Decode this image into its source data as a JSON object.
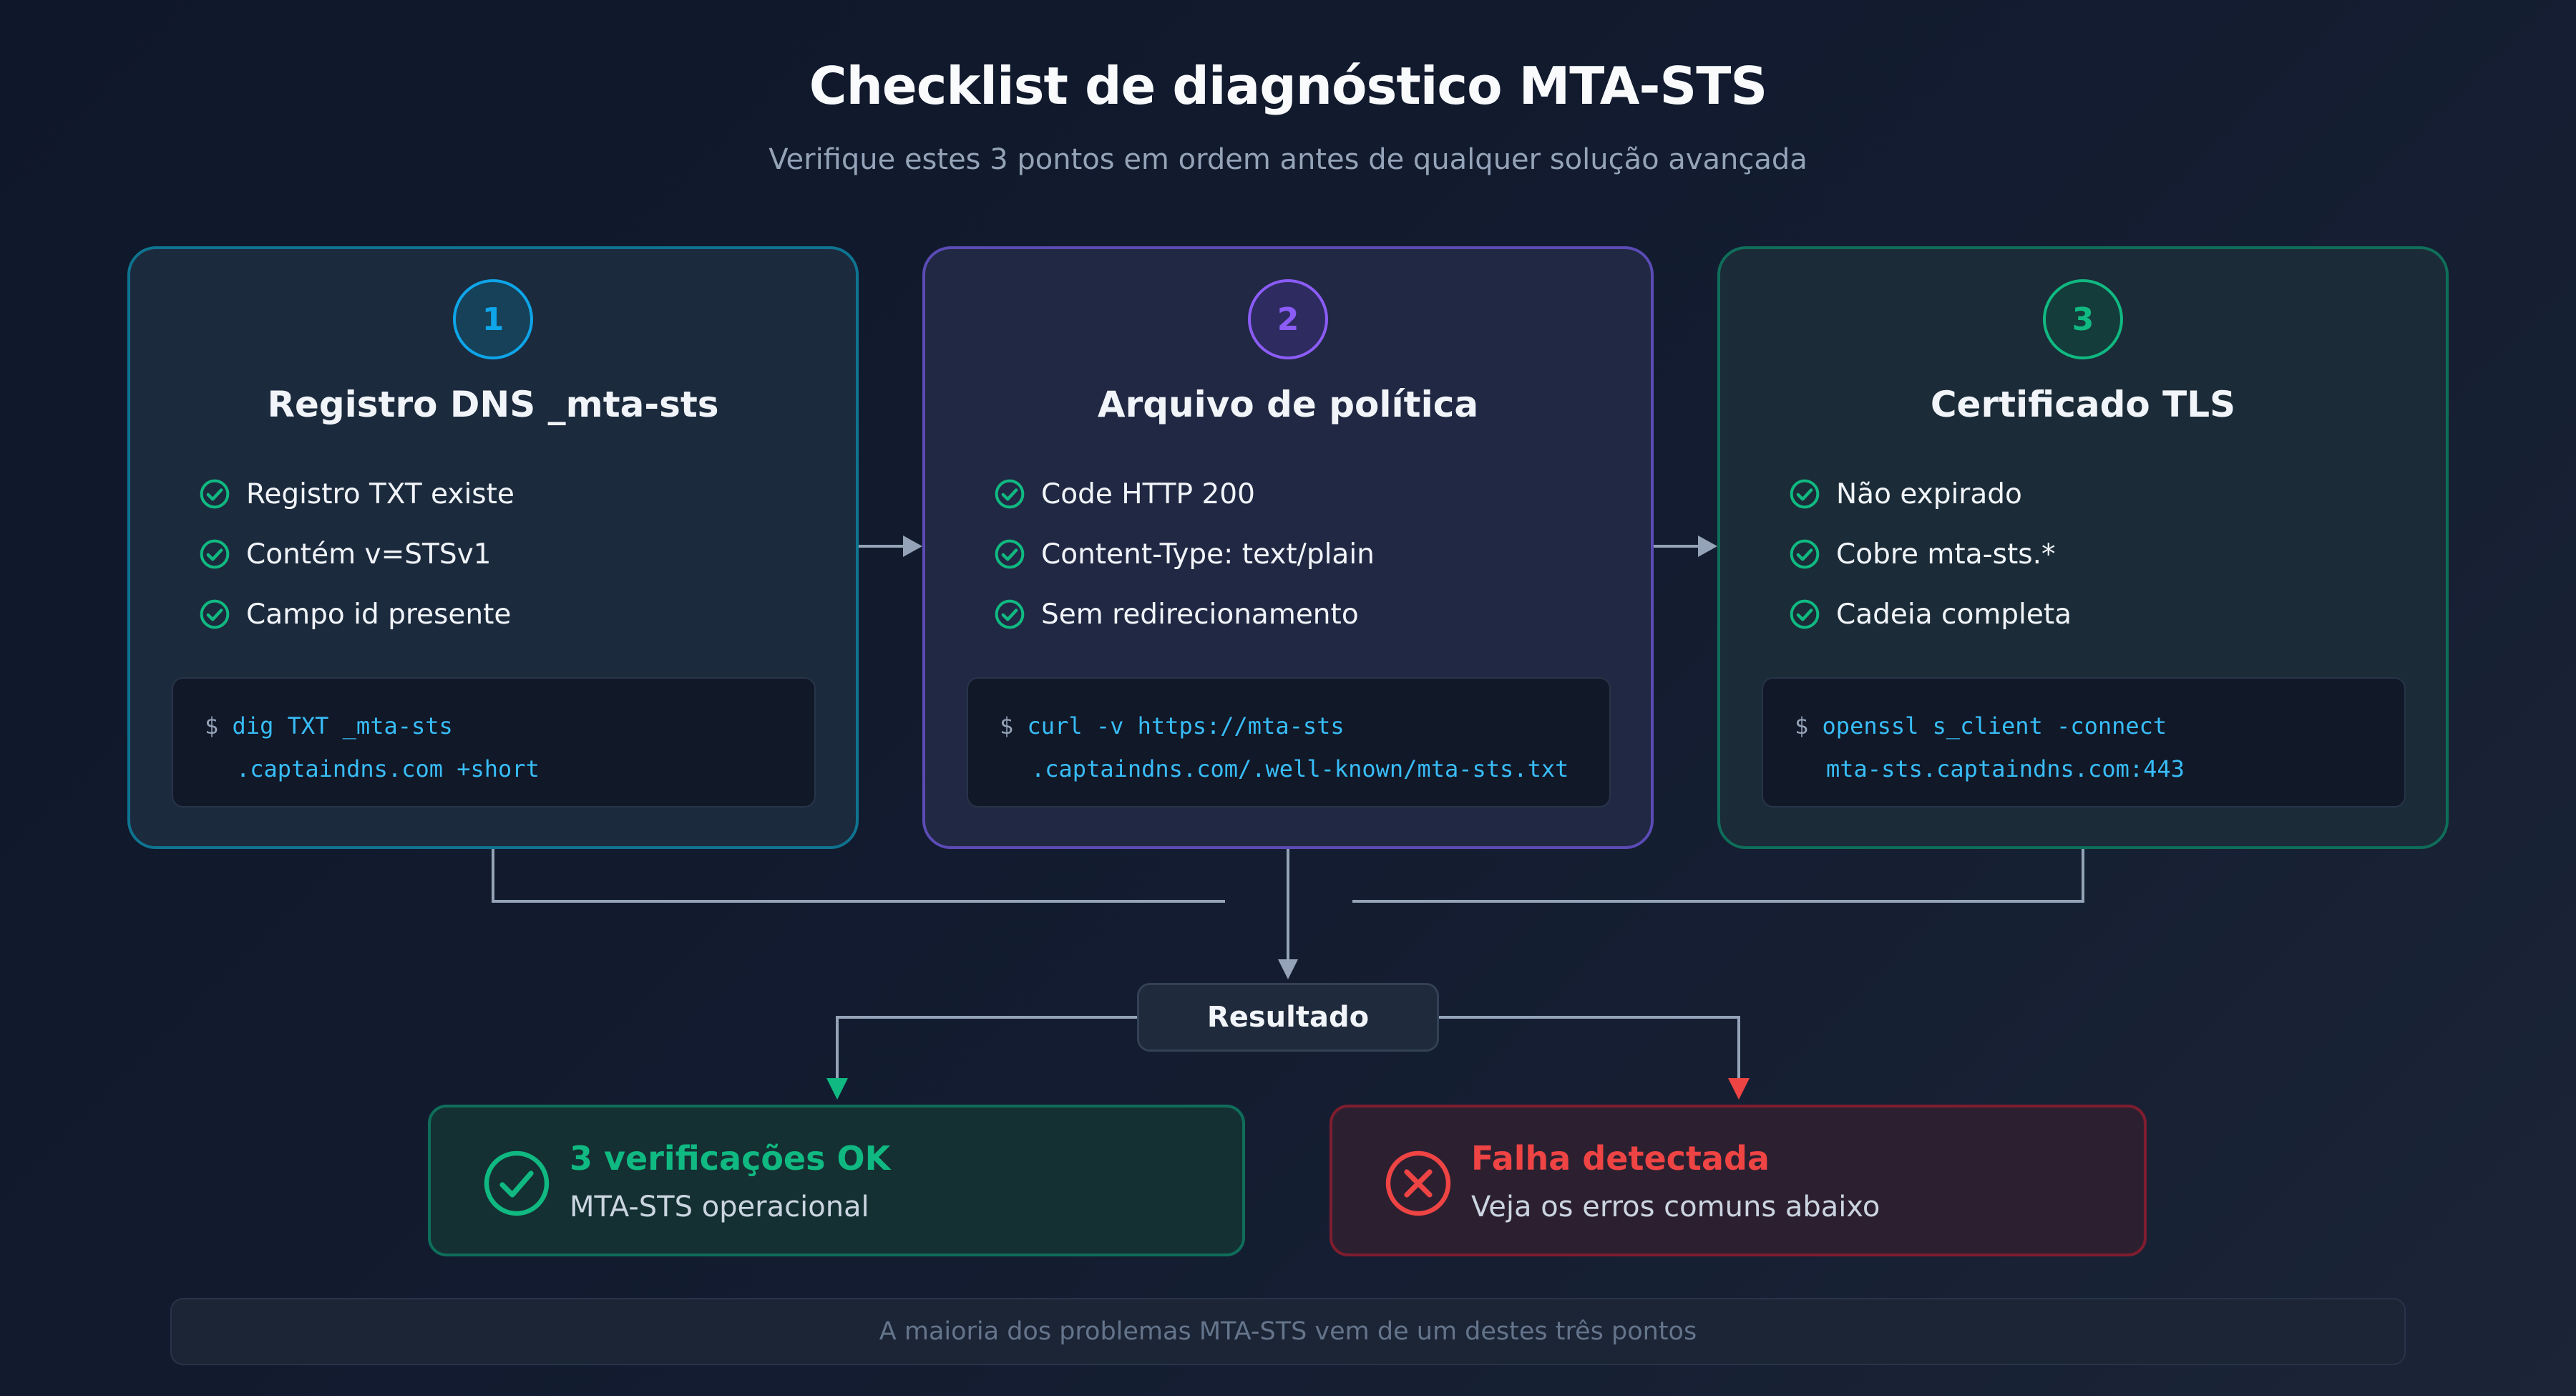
{
  "header": {
    "title": "Checklist de diagnóstico MTA-STS",
    "subtitle": "Verifique estes 3 pontos em ordem antes de qualquer solução avançada"
  },
  "steps": [
    {
      "number": "1",
      "title": "Registro DNS _mta-sts",
      "checks": [
        "Registro TXT existe",
        "Contém v=STSv1",
        "Campo id presente"
      ],
      "command": {
        "prompt": "$",
        "line1": "dig TXT _mta-sts",
        "line2": ".captaindns.com +short"
      }
    },
    {
      "number": "2",
      "title": "Arquivo de política",
      "checks": [
        "Code HTTP 200",
        "Content-Type: text/plain",
        "Sem redirecionamento"
      ],
      "command": {
        "prompt": "$",
        "line1": "curl -v https://mta-sts",
        "line2": ".captaindns.com/.well-known/mta-sts.txt"
      }
    },
    {
      "number": "3",
      "title": "Certificado TLS",
      "checks": [
        "Não expirado",
        "Cobre mta-sts.*",
        "Cadeia completa"
      ],
      "command": {
        "prompt": "$",
        "line1": "openssl s_client -connect",
        "line2": "mta-sts.captaindns.com:443"
      }
    }
  ],
  "result": {
    "label": "Resultado"
  },
  "outcomes": {
    "ok": {
      "title": "3 verificações OK",
      "description": "MTA-STS operacional",
      "color": "#10b981",
      "icon": "check-circle-icon"
    },
    "fail": {
      "title": "Falha detectada",
      "description": "Veja os erros comuns abaixo",
      "color": "#ef4444",
      "icon": "x-circle-icon"
    }
  },
  "footer": {
    "note": "A maioria dos problemas MTA-STS vem de um destes três pontos"
  },
  "colors": {
    "step1": "#0ea5e9",
    "step2": "#8b5cf6",
    "step3": "#10b981",
    "background": "#0f172a"
  }
}
